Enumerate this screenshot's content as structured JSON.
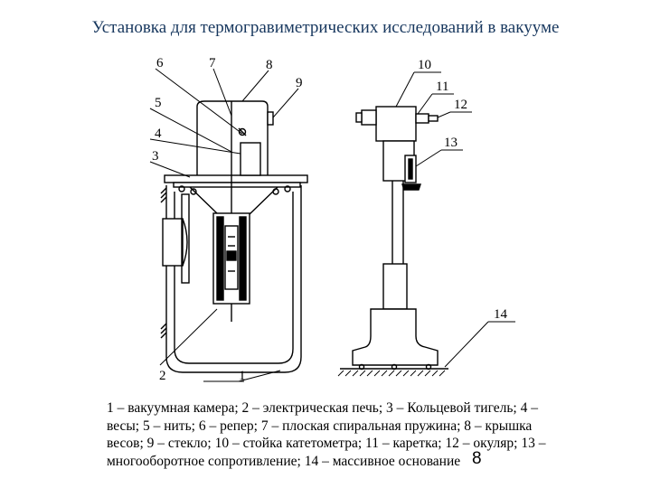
{
  "title": "Установка для термогравиметрических исследований в вакууме",
  "labels": [
    {
      "id": "l1",
      "text": "1"
    },
    {
      "id": "l2",
      "text": "2"
    },
    {
      "id": "l3",
      "text": "3"
    },
    {
      "id": "l4",
      "text": "4"
    },
    {
      "id": "l5",
      "text": "5"
    },
    {
      "id": "l6",
      "text": "6"
    },
    {
      "id": "l7",
      "text": "7"
    },
    {
      "id": "l8",
      "text": "8"
    },
    {
      "id": "l9",
      "text": "9"
    },
    {
      "id": "l10",
      "text": "10"
    },
    {
      "id": "l11",
      "text": "11"
    },
    {
      "id": "l12",
      "text": "12"
    },
    {
      "id": "l13",
      "text": "13"
    },
    {
      "id": "l14",
      "text": "14"
    }
  ],
  "caption": "1 – вакуумная камера; 2 – электрическая печь; 3 – Кольцевой тигель; 4 – весы; 5 – нить; 6 – репер; 7 – плоская спиральная пружина; 8 – крышка весов; 9 – стекло; 10 – стойка катетометра; 11 – каретка; 12 – окуляр; 13 – многооборотное сопротивление; 14 – массивное основание",
  "slide_number": "8"
}
